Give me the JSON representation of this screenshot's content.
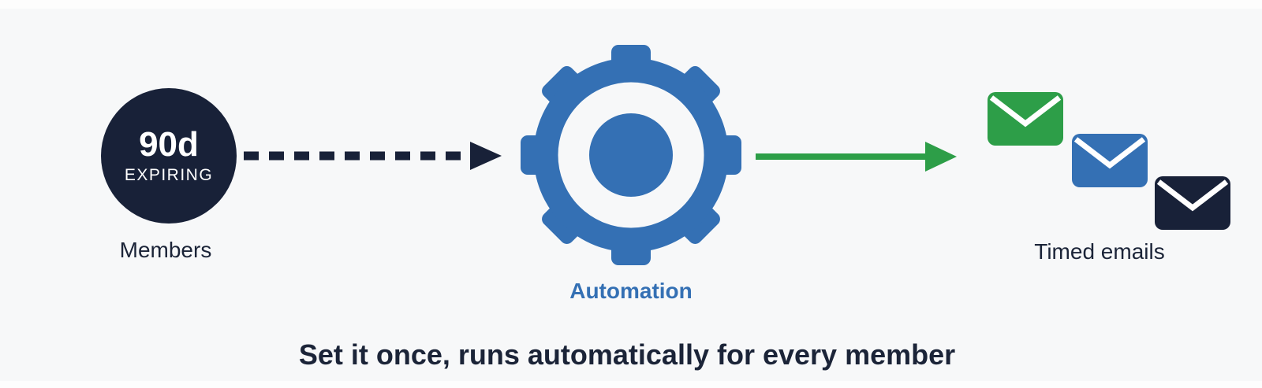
{
  "diagram": {
    "members": {
      "badge_value": "90d",
      "badge_caption": "EXPIRING",
      "label": "Members"
    },
    "automation": {
      "label": "Automation"
    },
    "emails": {
      "label": "Timed emails",
      "envelopes": [
        {
          "name": "envelope-green",
          "color": "#2d9e48"
        },
        {
          "name": "envelope-blue",
          "color": "#3470b4"
        },
        {
          "name": "envelope-navy",
          "color": "#182138"
        }
      ]
    },
    "caption": "Set it once, runs automatically for every member",
    "colors": {
      "navy": "#182138",
      "blue": "#3470b4",
      "green": "#2d9e48",
      "background": "#f7f8f9"
    }
  }
}
